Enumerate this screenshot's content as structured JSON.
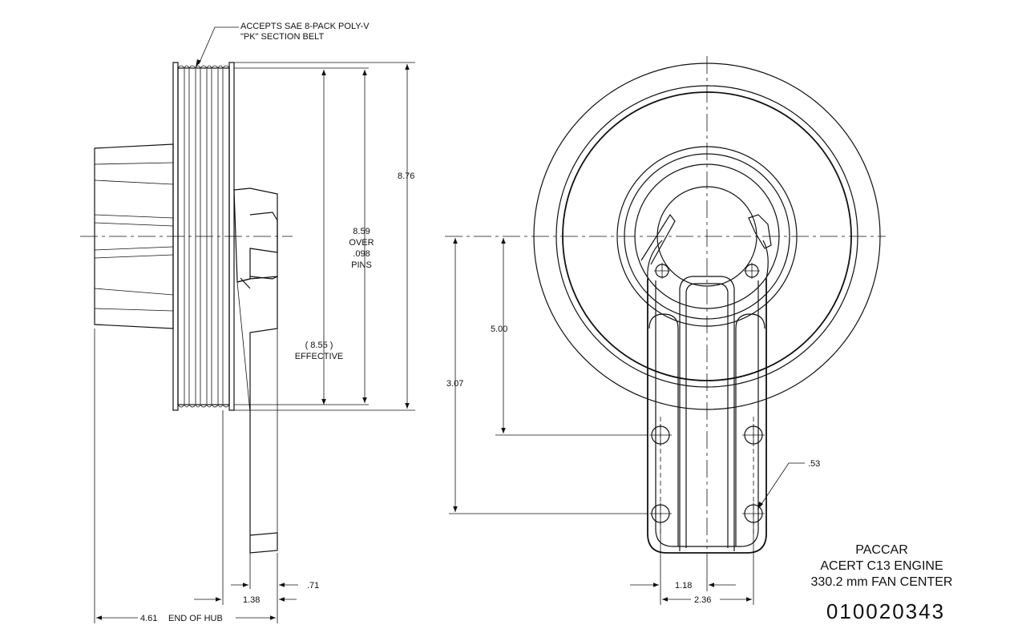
{
  "belt_note": {
    "line1": "ACCEPTS SAE 8-PACK POLY-V",
    "line2": "\"PK\" SECTION BELT"
  },
  "side_view": {
    "dim_overall": "8.76",
    "dim_over_pins_value": "8.59",
    "dim_over_pins_line1": "OVER",
    "dim_over_pins_line2": ".098",
    "dim_over_pins_line3": "PINS",
    "dim_effective_value": "(  8.55  )",
    "dim_effective_label": "EFFECTIVE",
    "dim_bracket_width": "1.38",
    "dim_bracket_thickness": ".71",
    "dim_hub_value": "4.61",
    "dim_hub_label": "END OF HUB"
  },
  "front_view": {
    "dim_lower_holes": "3.07",
    "dim_upper_holes": "5.00",
    "dim_hole_dia": ".53",
    "dim_half_spacing": "1.18",
    "dim_hole_spacing": "2.36"
  },
  "title_block": {
    "line1": "PACCAR",
    "line2": "ACERT C13 ENGINE",
    "line3": "330.2 mm FAN CENTER",
    "part_number": "010020343"
  }
}
